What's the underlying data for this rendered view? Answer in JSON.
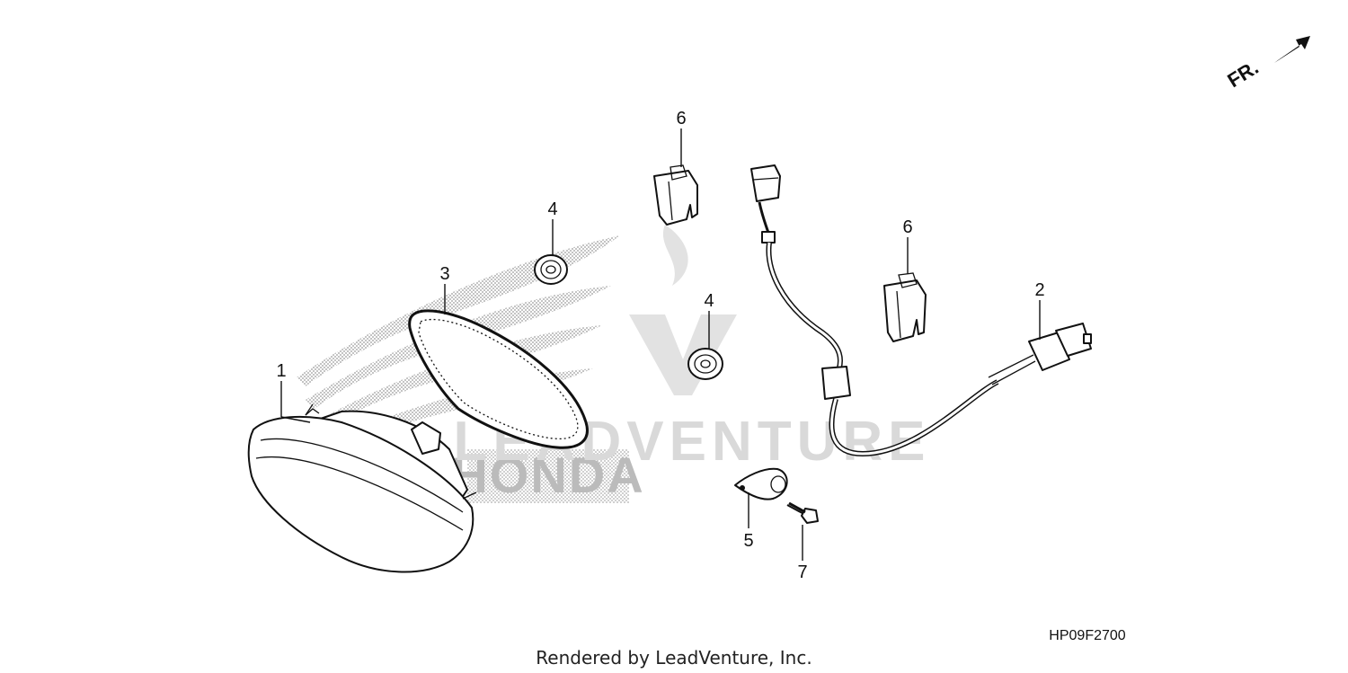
{
  "diagram": {
    "callouts": [
      {
        "id": "1",
        "label": "1"
      },
      {
        "id": "2",
        "label": "2"
      },
      {
        "id": "3",
        "label": "3"
      },
      {
        "id": "4a",
        "label": "4"
      },
      {
        "id": "4b",
        "label": "4"
      },
      {
        "id": "5",
        "label": "5"
      },
      {
        "id": "6a",
        "label": "6"
      },
      {
        "id": "6b",
        "label": "6"
      },
      {
        "id": "7",
        "label": "7"
      }
    ],
    "direction_label": "FR.",
    "reference_code": "HP09F2700",
    "credit": "Rendered by LeadVenture, Inc.",
    "watermark_text": "LEADVENTURE",
    "watermark_brand": "HONDA"
  },
  "colors": {
    "ink": "#111111",
    "watermark": "#d9d9d9"
  }
}
